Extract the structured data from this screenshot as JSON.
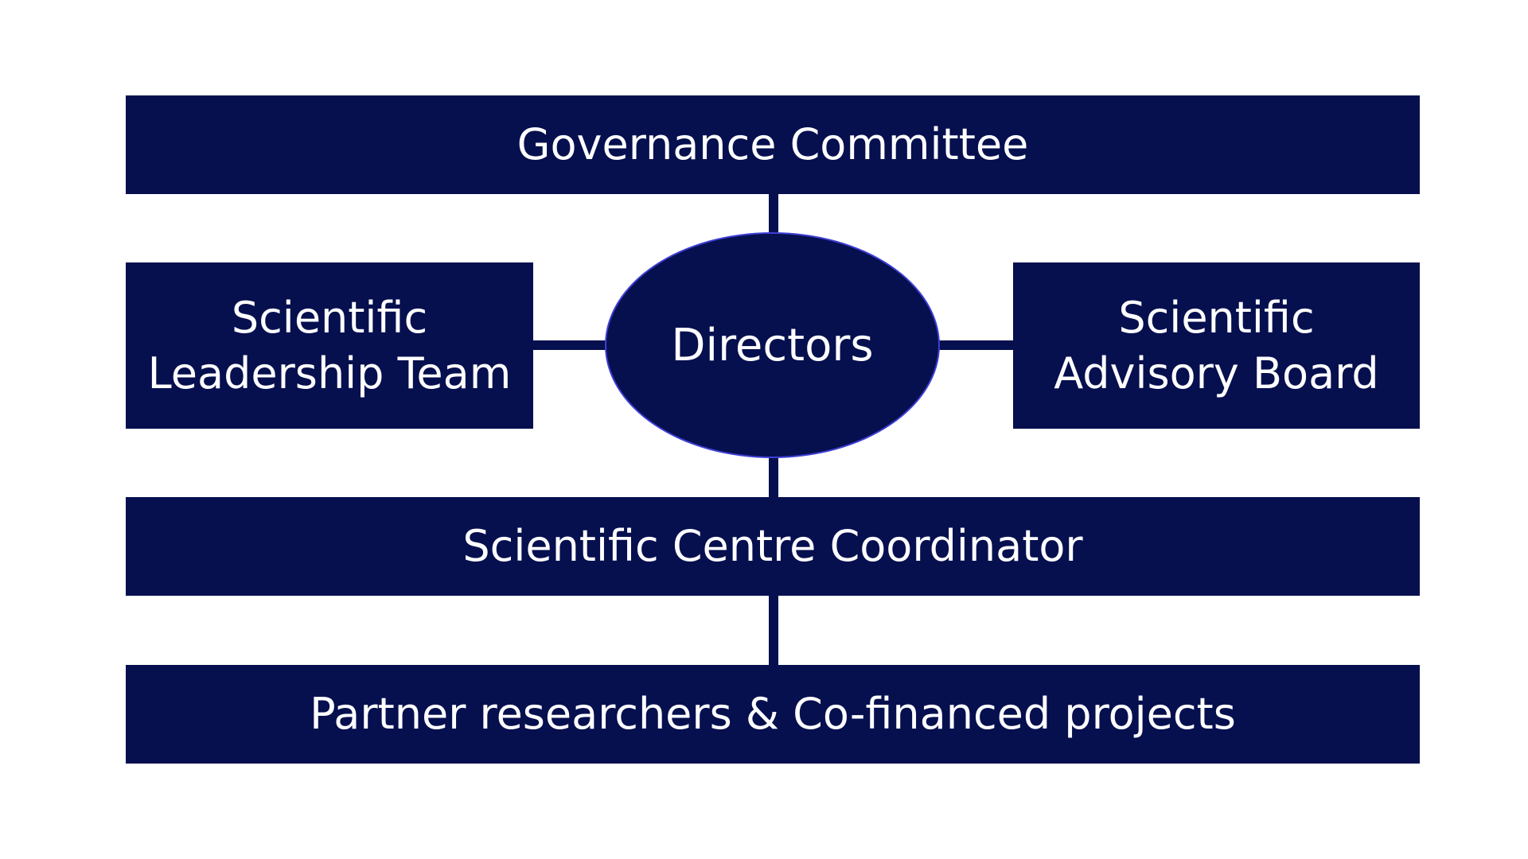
{
  "nodes": {
    "governance": "Governance Committee",
    "directors": "Directors",
    "leadership": "Scientific\nLeadership Team",
    "advisory": "Scientific\nAdvisory Board",
    "coordinator": "Scientific Centre Coordinator",
    "partners": "Partner researchers & Co-financed projects"
  },
  "colors": {
    "box_fill": "#06104f",
    "ellipse_border": "#3f3fd6",
    "text": "#ffffff",
    "background": "#ffffff"
  }
}
